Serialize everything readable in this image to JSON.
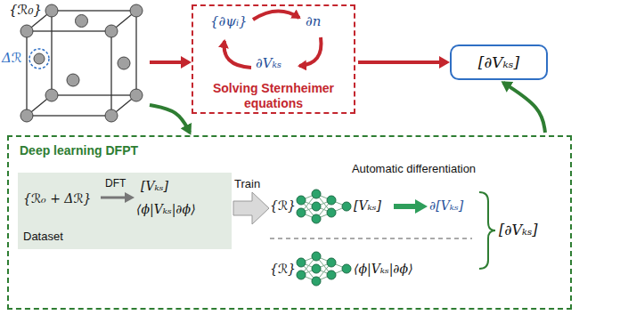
{
  "diagram": {
    "nodes": [
      {
        "text": [
          "{ℛ₀}",
          "Δℛ"
        ]
      },
      {
        "text": [
          "Solving Sternheimer equations"
        ]
      },
      {
        "text": [
          "[∂Vₖₛ]"
        ]
      },
      {
        "text": [
          "Deep learning DFPT"
        ]
      },
      {
        "text": [
          "{ℛ₀ + Δℛ}",
          "DFT",
          "[Vₖₛ]",
          "⟨ϕ|Vₖₛ|∂ϕ⟩",
          "Dataset"
        ],
        "in": 3
      }
    ],
    "edges": [
      {
        "from": 0,
        "to": 1,
        "arrow": "to"
      },
      {
        "from": 1,
        "to": 2,
        "arrow": "to"
      },
      {
        "from": 0,
        "to": 3,
        "arrow": "to"
      },
      {
        "from": 3,
        "to": 2,
        "arrow": "to"
      }
    ],
    "labels": [
      "{∂ψᵢ}",
      "∂n",
      "∂Vₖₛ",
      "Train",
      "{ℛ}",
      "[Vₖₛ]",
      "Automatic differentiation",
      "∂[Vₖₛ]",
      "{ℛ}",
      "⟨ϕ|Vₖₛ|∂ϕ⟩",
      "[∂Vₖₛ]"
    ]
  }
}
